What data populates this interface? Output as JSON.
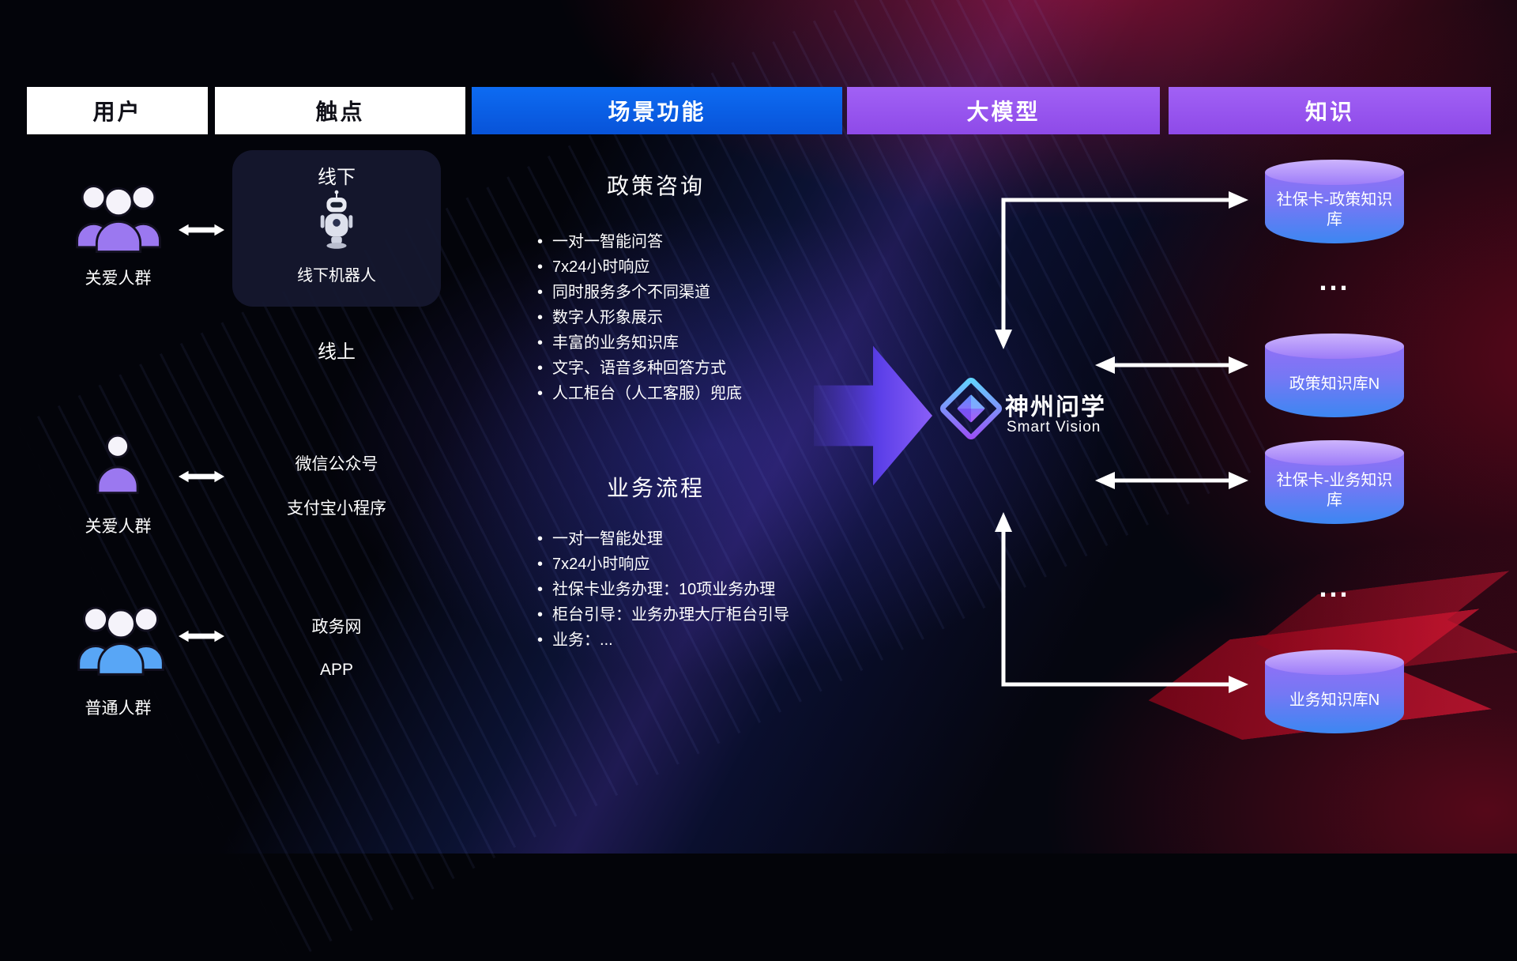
{
  "header": {
    "columns": [
      {
        "label": "用户"
      },
      {
        "label": "触点"
      },
      {
        "label": "场景功能"
      },
      {
        "label": "大模型"
      },
      {
        "label": "知识"
      }
    ]
  },
  "users": [
    {
      "label": "关爱人群"
    },
    {
      "label": "关爱人群"
    },
    {
      "label": "普通人群"
    }
  ],
  "touchpoints": {
    "offline_title": "线下",
    "offline_robot": "线下机器人",
    "online_title": "线上",
    "channels": [
      "微信公众号",
      "支付宝小程序",
      "政务网",
      "APP"
    ]
  },
  "scenario": {
    "sections": [
      {
        "title": "政策咨询",
        "items": [
          "一对一智能问答",
          "7x24小时响应",
          "同时服务多个不同渠道",
          "数字人形象展示",
          "丰富的业务知识库",
          "文字、语音多种回答方式",
          "人工柜台（人工客服）兜底"
        ]
      },
      {
        "title": "业务流程",
        "items": [
          "一对一智能处理",
          "7x24小时响应",
          "社保卡业务办理：10项业务办理",
          "柜台引导：业务办理大厅柜台引导",
          "业务：..."
        ]
      }
    ]
  },
  "model": {
    "brand": "神州问学",
    "subtitle": "Smart Vision"
  },
  "knowledge": {
    "items": [
      {
        "type": "db",
        "label": "社保卡-政策知识库"
      },
      {
        "type": "ellipsis",
        "label": "..."
      },
      {
        "type": "db",
        "label": "政策知识库N"
      },
      {
        "type": "db",
        "label": "社保卡-业务知识库"
      },
      {
        "type": "ellipsis",
        "label": "..."
      },
      {
        "type": "db",
        "label": "业务知识库N"
      }
    ]
  },
  "colors": {
    "scene_blue": "#0b63f0",
    "model_purple": "#9a55f2",
    "db_cap": "#cdb4fd",
    "db_body_top": "#9070f6",
    "db_body_bottom": "#3c87f2"
  }
}
